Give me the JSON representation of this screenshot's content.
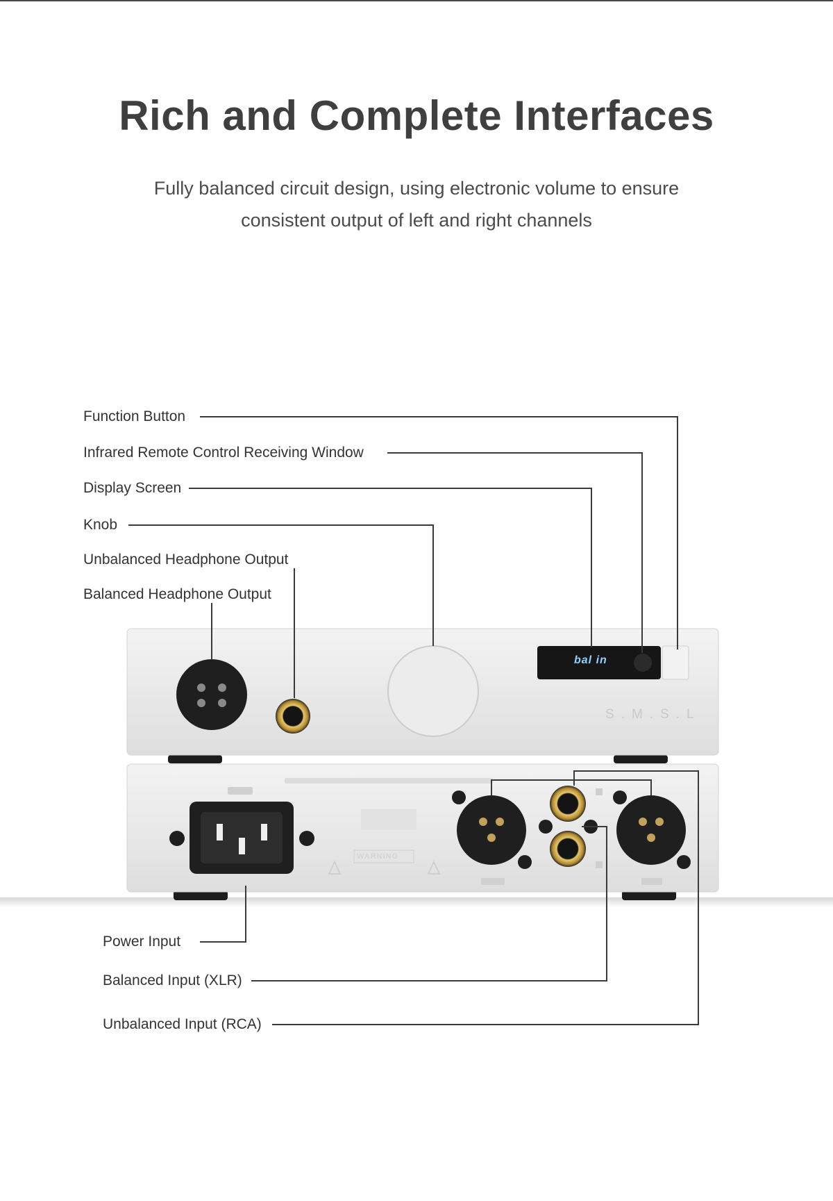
{
  "header": {
    "title": "Rich and Complete Interfaces",
    "subtitle_line1": "Fully balanced circuit design, using electronic volume to ensure",
    "subtitle_line2": "consistent output of left and right channels"
  },
  "front_labels": {
    "function_button": "Function Button",
    "ir_window": "Infrared Remote Control Receiving Window",
    "display_screen": "Display Screen",
    "knob": "Knob",
    "unbalanced_headphone_output": "Unbalanced Headphone Output",
    "balanced_headphone_output": "Balanced Headphone Output"
  },
  "rear_labels": {
    "power_input": "Power Input",
    "balanced_input": "Balanced Input (XLR)",
    "unbalanced_input": "Unbalanced Input (RCA)"
  },
  "device": {
    "display_text": "bal in",
    "brand": "S.M.S.L",
    "warning_label": "WARNING"
  },
  "colors": {
    "panel": "#e9e9e9",
    "leader_line": "#3a3a3a",
    "connector": "#1f1f1f",
    "gold": "#c8a24a",
    "display_glow": "#8fd1ff"
  }
}
